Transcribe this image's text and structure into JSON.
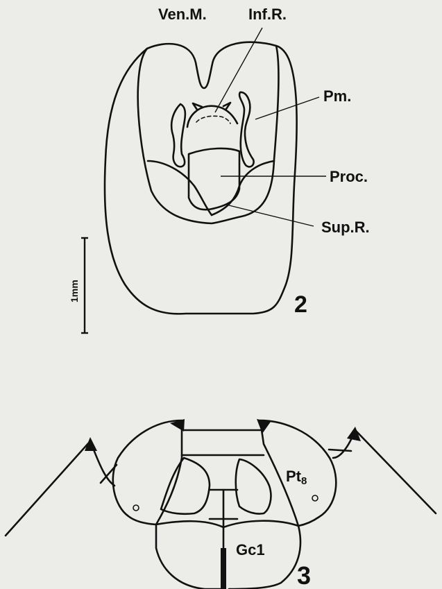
{
  "figure2": {
    "number": "2",
    "labels": {
      "ven_m": "Ven.M.",
      "inf_r": "Inf.R.",
      "pm": "Pm.",
      "proc": "Proc.",
      "sup_r": "Sup.R."
    },
    "scale_bar": "1mm"
  },
  "figure3": {
    "number": "3",
    "labels": {
      "pt8": "Pt",
      "pt8_sub": "8",
      "gc1": "Gc1"
    }
  },
  "colors": {
    "background": "#ecece8",
    "ink": "#111111"
  }
}
